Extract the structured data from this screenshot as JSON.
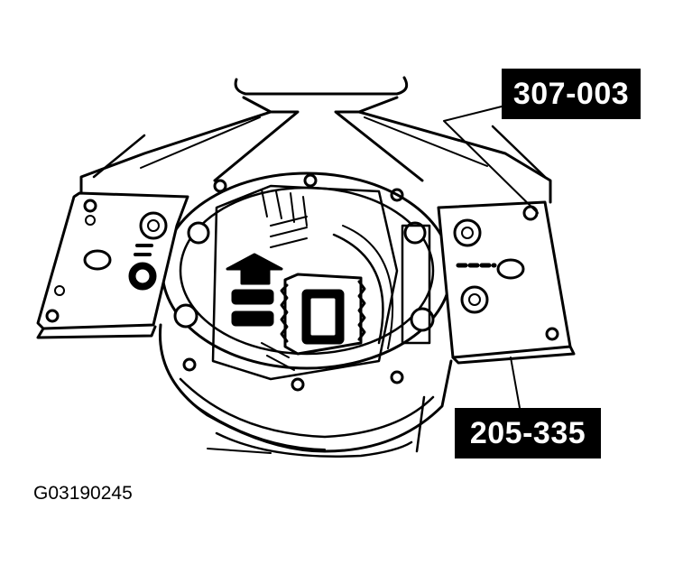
{
  "callouts": {
    "tool_top": "307-003",
    "tool_bottom": "205-335"
  },
  "figure_id": "G03190245"
}
